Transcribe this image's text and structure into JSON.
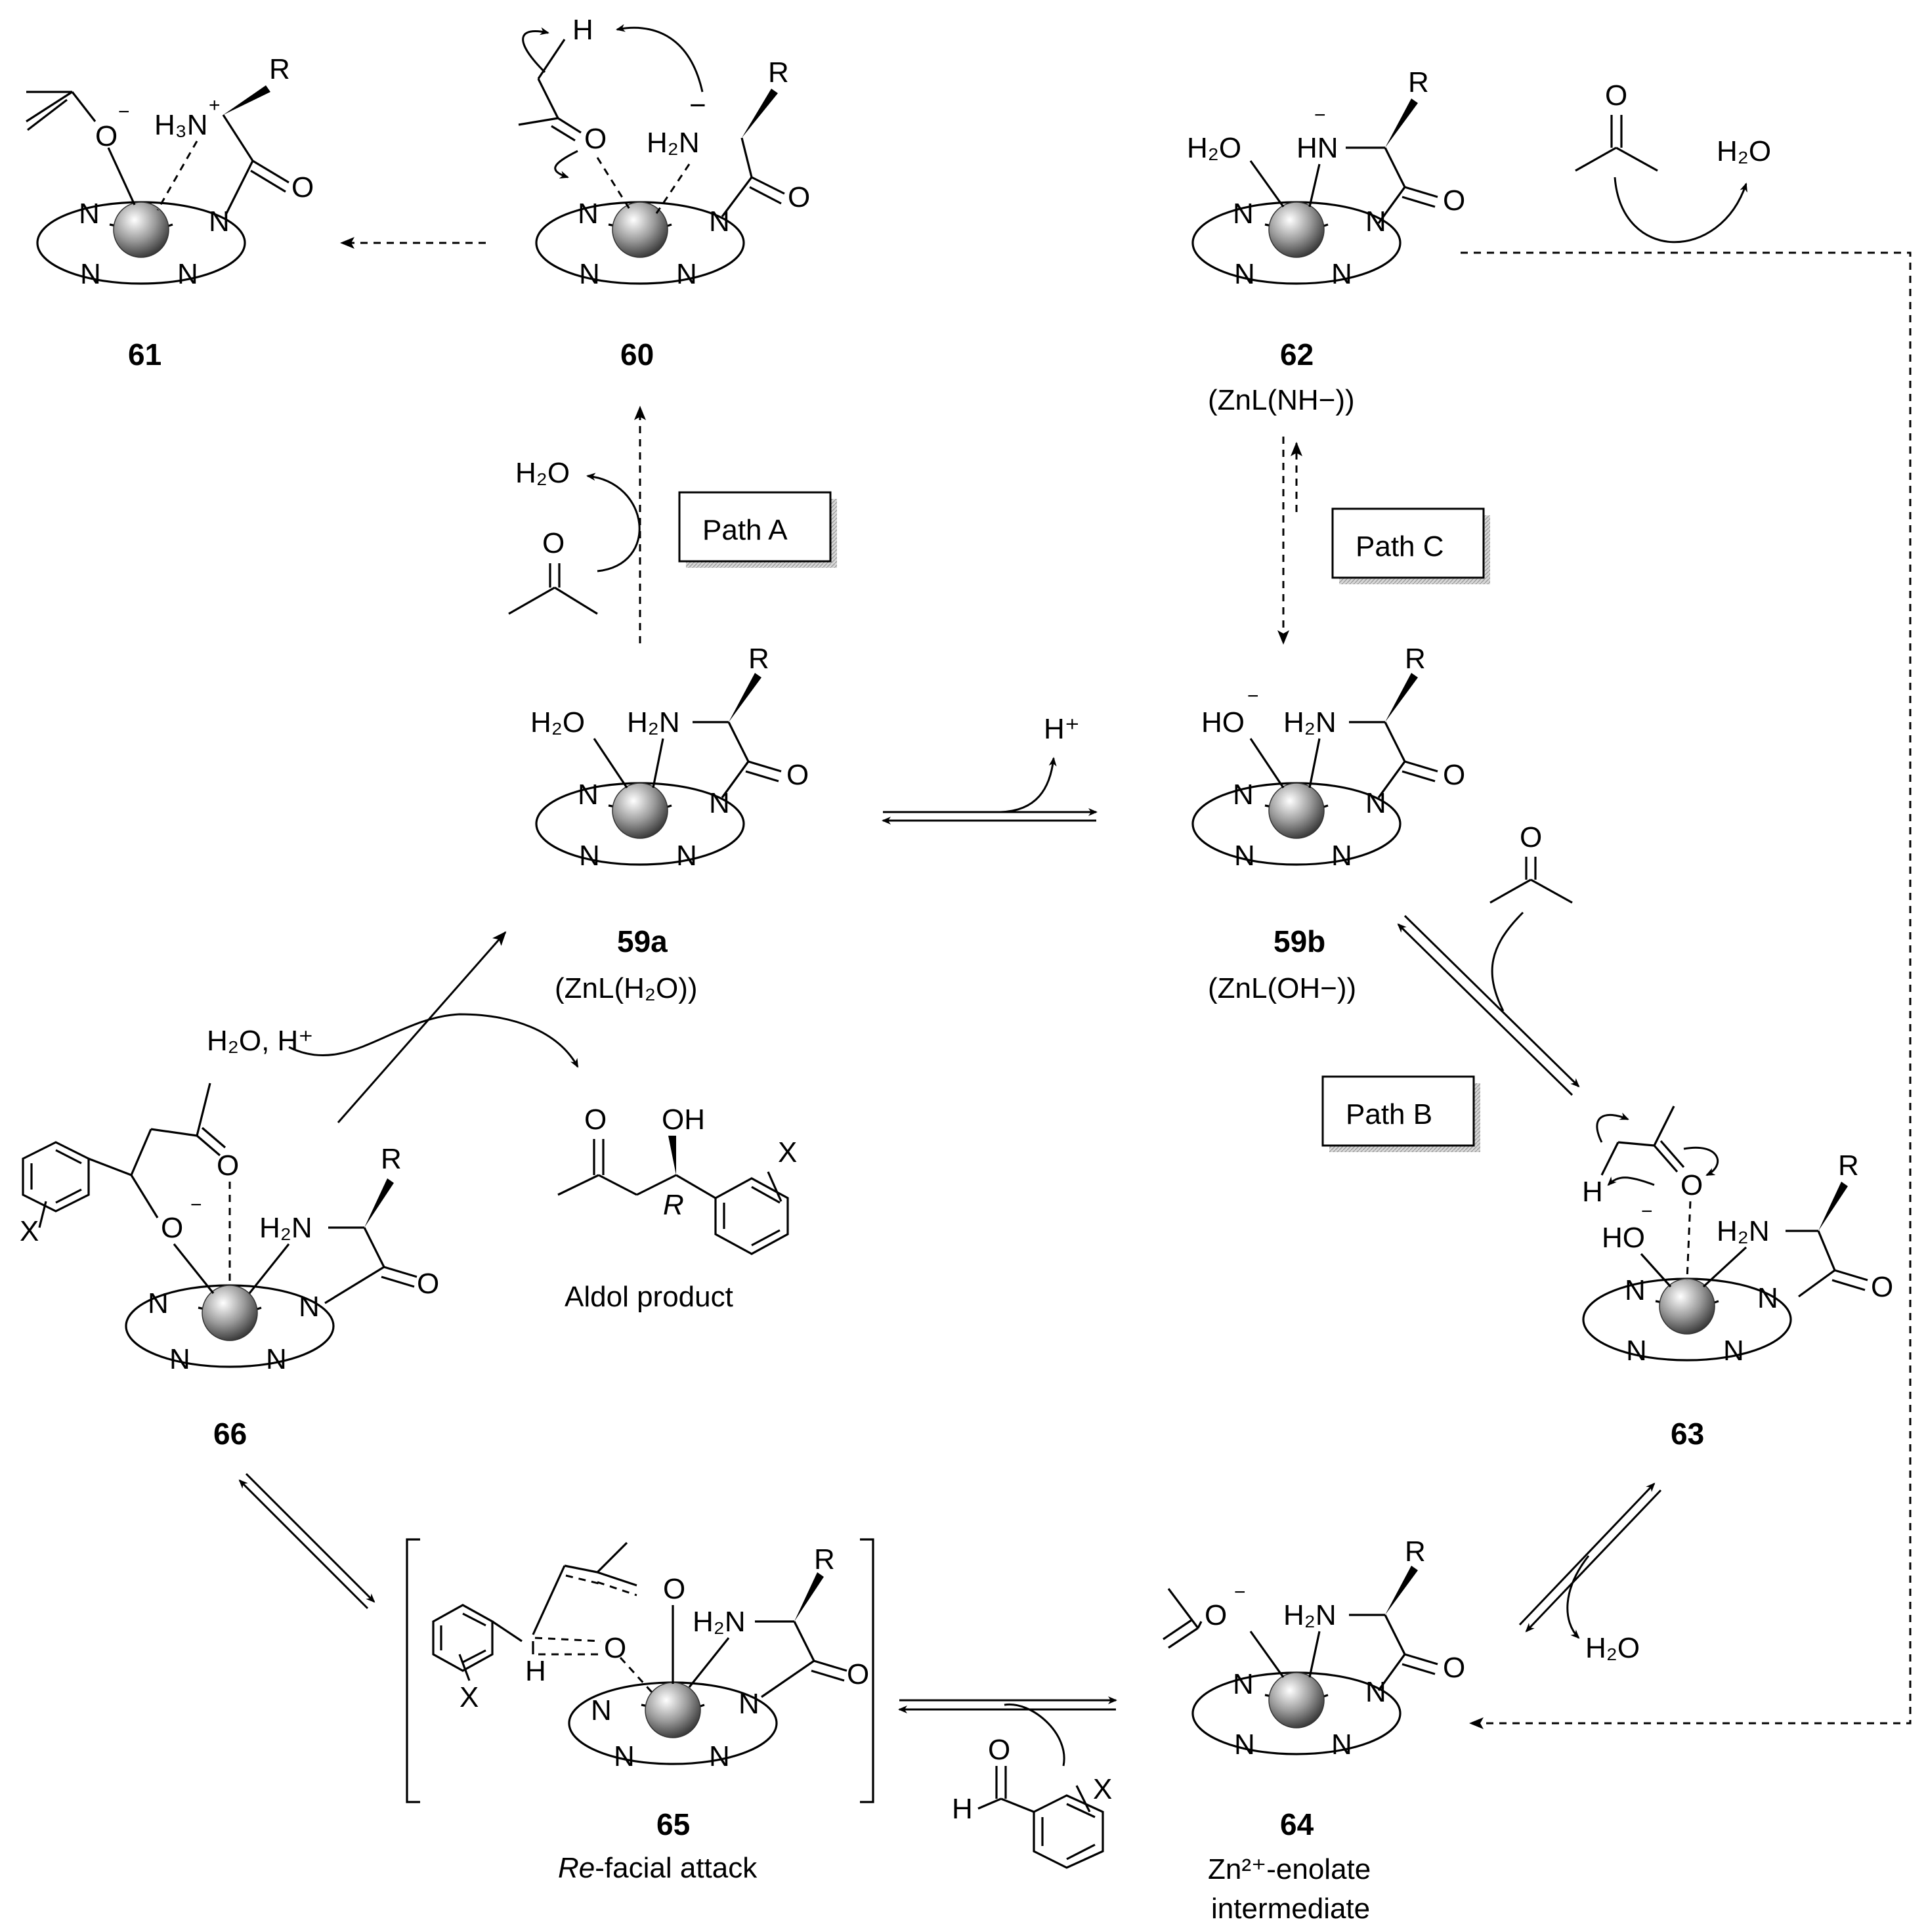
{
  "compounds": {
    "c61": {
      "number": "61"
    },
    "c60": {
      "number": "60"
    },
    "c62": {
      "number": "62",
      "caption": "(ZnL(NH−))"
    },
    "c59a": {
      "number": "59a",
      "caption": "(ZnL(H₂O))"
    },
    "c59b": {
      "number": "59b",
      "caption": "(ZnL(OH−))"
    },
    "c63": {
      "number": "63"
    },
    "c64": {
      "number": "64",
      "caption_line1": "Zn²⁺-enolate",
      "caption_line2": "intermediate"
    },
    "c65": {
      "number": "65",
      "caption_italic": "Re",
      "caption_rest": "-facial attack"
    },
    "c66": {
      "number": "66"
    }
  },
  "paths": {
    "a": "Path A",
    "b": "Path B",
    "c": "Path C"
  },
  "reagents": {
    "water": "H₂O",
    "proton": "H⁺",
    "water_proton": "H₂O, H⁺",
    "aldol_product": "Aldol product",
    "stereo_R": "R"
  },
  "atoms": {
    "N": "N",
    "O": "O",
    "H": "H",
    "R": "R",
    "X": "X",
    "H2O": "H₂O",
    "H2N": "H₂N",
    "H3N": "H₃N",
    "HN": "HN",
    "HO": "HO",
    "OH": "OH",
    "minus": "−",
    "plus": "+"
  },
  "colors": {
    "line": "#000000",
    "sphere_light": "#ffffff",
    "sphere_dark": "#3a3a3a",
    "box_shadow": "#b5b5b5"
  }
}
